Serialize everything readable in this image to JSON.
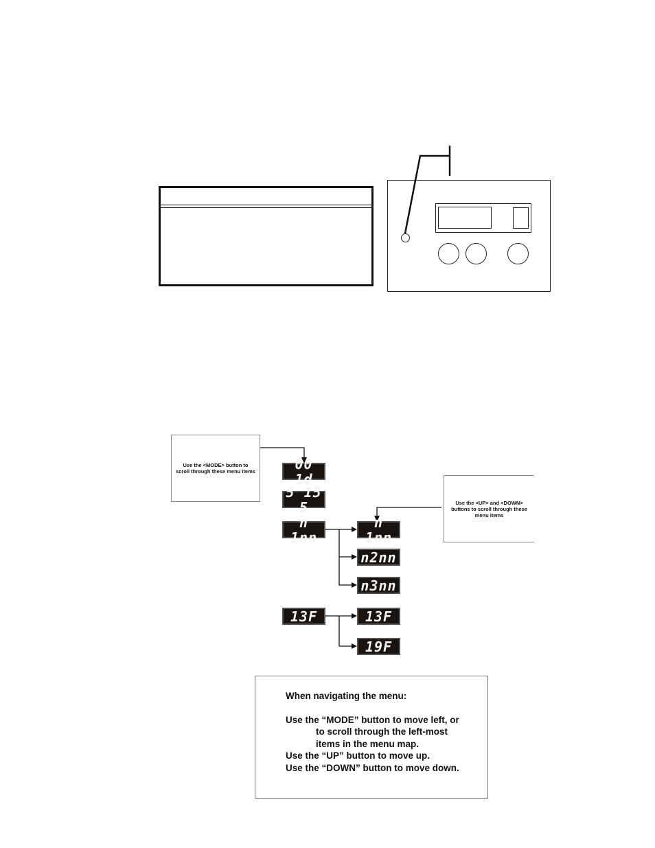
{
  "menu_map": {
    "mode_note": "Use the <MODE> button to scroll through these menu items",
    "updown_note": "Use the <UP> and <DOWN> buttons to scroll through these menu items",
    "displays": {
      "address": "00 1d",
      "slave": "5 15 5",
      "mode": "n 1nn",
      "mode_sub1": "n 1nn",
      "mode_sub2": "n2nn",
      "mode_sub3": "n3nn",
      "channel": "13F",
      "channel_sub1": "13F",
      "channel_sub2": "19F"
    }
  },
  "instructions": {
    "title": "When navigating the menu:",
    "line1": "Use the “MODE” button to move left, or",
    "line2": "to scroll through the left-most",
    "line3": "items in the menu map.",
    "line4": "Use the “UP” button to move up.",
    "line5": "Use the “DOWN” button to move down."
  }
}
